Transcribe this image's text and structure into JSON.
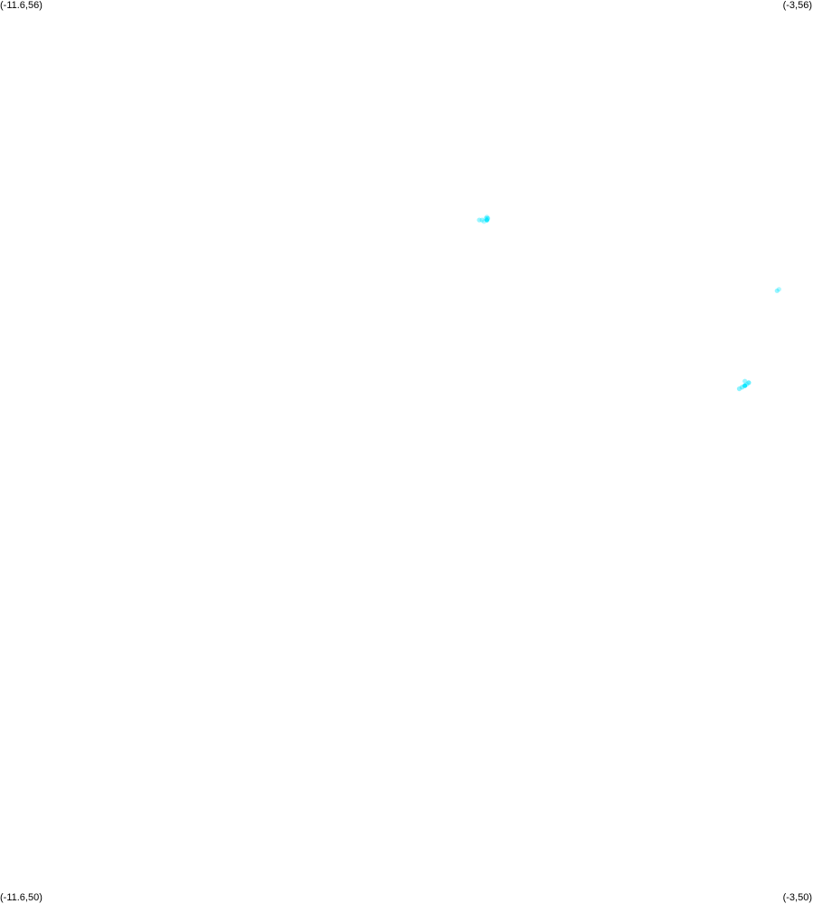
{
  "map": {
    "corner_labels": {
      "top_left": "(-11.6,56)",
      "top_right": "(-3,56)",
      "bottom_left": "(-11.6,50)",
      "bottom_right": "(-3,50)"
    },
    "extent": {
      "lon_min": -11.6,
      "lon_max": -3,
      "lat_min": 50,
      "lat_max": 56
    },
    "point_color": "#00e5ff",
    "points": [
      {
        "lon": -6.46,
        "lat": 54.55,
        "opacity": 0.35
      },
      {
        "lon": -6.44,
        "lat": 54.55,
        "opacity": 0.5
      },
      {
        "lon": -6.45,
        "lat": 54.56,
        "opacity": 0.35
      },
      {
        "lon": -6.5,
        "lat": 54.54,
        "opacity": 0.4
      },
      {
        "lon": -6.53,
        "lat": 54.54,
        "opacity": 0.4
      },
      {
        "lon": -6.45,
        "lat": 54.54,
        "opacity": 0.85
      },
      {
        "lon": -6.48,
        "lat": 54.53,
        "opacity": 0.3
      },
      {
        "lon": -3.38,
        "lat": 54.07,
        "opacity": 0.4
      },
      {
        "lon": -3.36,
        "lat": 54.08,
        "opacity": 0.3
      },
      {
        "lon": -3.72,
        "lat": 53.47,
        "opacity": 0.4
      },
      {
        "lon": -3.68,
        "lat": 53.46,
        "opacity": 0.6
      },
      {
        "lon": -3.7,
        "lat": 53.45,
        "opacity": 0.35
      },
      {
        "lon": -3.75,
        "lat": 53.43,
        "opacity": 0.5
      },
      {
        "lon": -3.78,
        "lat": 53.42,
        "opacity": 0.45
      },
      {
        "lon": -3.72,
        "lat": 53.44,
        "opacity": 0.9
      }
    ]
  }
}
